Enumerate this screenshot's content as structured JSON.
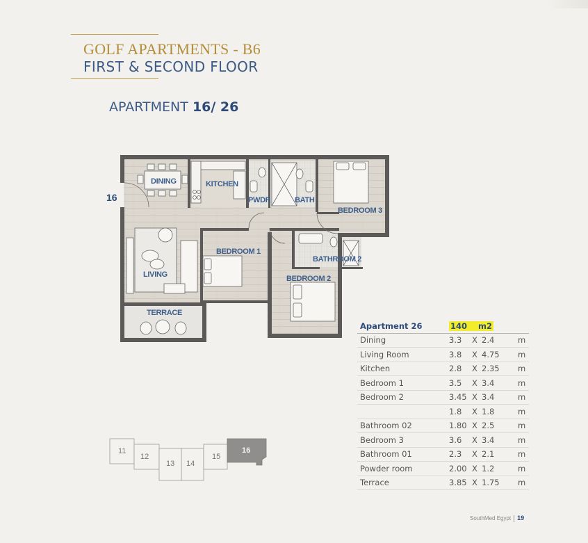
{
  "header": {
    "title": "GOLF APARTMENTS - B6",
    "subtitle": "FIRST & SECOND FLOOR",
    "apartment_prefix": "APARTMENT",
    "apartment_number": "16/ 26"
  },
  "plan": {
    "unit_label": "16",
    "rooms": {
      "dining": "DINING",
      "kitchen": "KITCHEN",
      "pwdr": "PWDR",
      "bath": "BATH",
      "bedroom3": "BEDROOM 3",
      "living": "LIVING",
      "bedroom1": "BEDROOM 1",
      "bathroom2": "BATHROOM 2",
      "bedroom2": "BEDROOM 2",
      "terrace": "TERRACE"
    }
  },
  "specs": {
    "header": {
      "name": "Apartment 26",
      "area": "140",
      "unit": "m2"
    },
    "rows": [
      {
        "name": "Dining",
        "w": "3.3",
        "x": "X",
        "h": "2.4",
        "u": "m"
      },
      {
        "name": "Living Room",
        "w": "3.8",
        "x": "X",
        "h": "4.75",
        "u": "m"
      },
      {
        "name": "Kitchen",
        "w": "2.8",
        "x": "X",
        "h": "2.35",
        "u": "m"
      },
      {
        "name": "Bedroom 1",
        "w": "3.5",
        "x": "X",
        "h": "3.4",
        "u": "m"
      },
      {
        "name": "Bedroom 2",
        "w": "3.45",
        "x": "X",
        "h": "3.4",
        "u": "m"
      },
      {
        "name": "",
        "w": "1.8",
        "x": "X",
        "h": "1.8",
        "u": "m"
      },
      {
        "name": "Bathroom 02",
        "w": "1.80",
        "x": "X",
        "h": "2.5",
        "u": "m"
      },
      {
        "name": "Bedroom 3",
        "w": "3.6",
        "x": "X",
        "h": "3.4",
        "u": "m"
      },
      {
        "name": "Bathroom 01",
        "w": "2.3",
        "x": "X",
        "h": "2.1",
        "u": "m"
      },
      {
        "name": "Powder room",
        "w": "2.00",
        "x": "X",
        "h": "1.2",
        "u": "m"
      },
      {
        "name": "Terrace",
        "w": "3.85",
        "x": "X",
        "h": "1.75",
        "u": "m"
      }
    ]
  },
  "keyplan": {
    "units": [
      "11",
      "12",
      "13",
      "14",
      "15",
      "16"
    ],
    "highlight": "16"
  },
  "footer": {
    "brand": "SouthMed Egypt",
    "page": "19"
  },
  "colors": {
    "gold": "#b38d3a",
    "navy": "#3c5a86",
    "highlight": "#f2ec2a"
  }
}
